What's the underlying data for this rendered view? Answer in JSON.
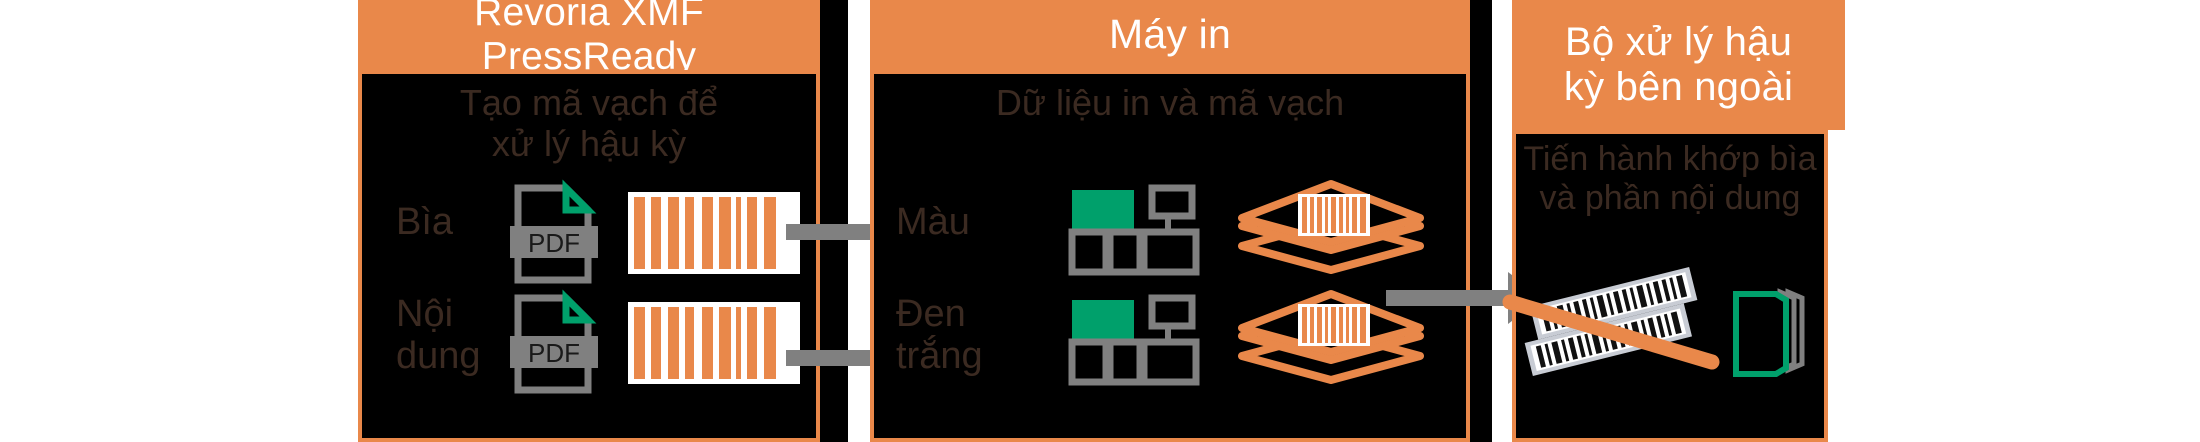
{
  "diagram": {
    "title_flow": "Revoria XMF PressReady to printer to external post-processor",
    "colors": {
      "orange": "#E9884A",
      "black": "#000000",
      "white": "#FFFFFF",
      "gray": "#808080",
      "green": "#00A06B",
      "text_dark": "#3B2A21"
    }
  },
  "panels": [
    {
      "id": "presshready",
      "header": "Revoria XMF PressReady",
      "subtitle": "Tạo mã vạch để\nxử lý hậu kỳ",
      "rows": [
        {
          "label": "Bìa",
          "pdf_label": "PDF",
          "barcode": "barcode-icon"
        },
        {
          "label": "Nội\ndung",
          "pdf_label": "PDF",
          "barcode": "barcode-icon"
        }
      ]
    },
    {
      "id": "printer",
      "header": "Máy in",
      "subtitle": "Dữ liệu in và mã vạch",
      "rows": [
        {
          "label": "Màu",
          "printer": "printer-icon",
          "output": "printed-stack-with-barcode-icon"
        },
        {
          "label": "Đen\ntrắng",
          "printer": "printer-icon",
          "output": "printed-stack-with-barcode-icon"
        }
      ]
    },
    {
      "id": "postprocessor",
      "header": "Bộ xử lý hậu\nkỳ bên ngoài",
      "subtitle": "Tiến hành khớp bìa\nvà phần nội dung",
      "rows": [
        {
          "label": "",
          "scanner": "barcode-scan-icon",
          "book": "bound-book-icon"
        }
      ]
    }
  ],
  "arrows": [
    {
      "id": "arrow-cover-to-color",
      "from": "Bìa",
      "to": "Màu"
    },
    {
      "id": "arrow-body-to-bw",
      "from": "Nội dung",
      "to": "Đen trắng"
    },
    {
      "id": "arrow-printer-to-post",
      "from": "Máy in",
      "to": "Bộ xử lý hậu kỳ bên ngoài"
    }
  ]
}
